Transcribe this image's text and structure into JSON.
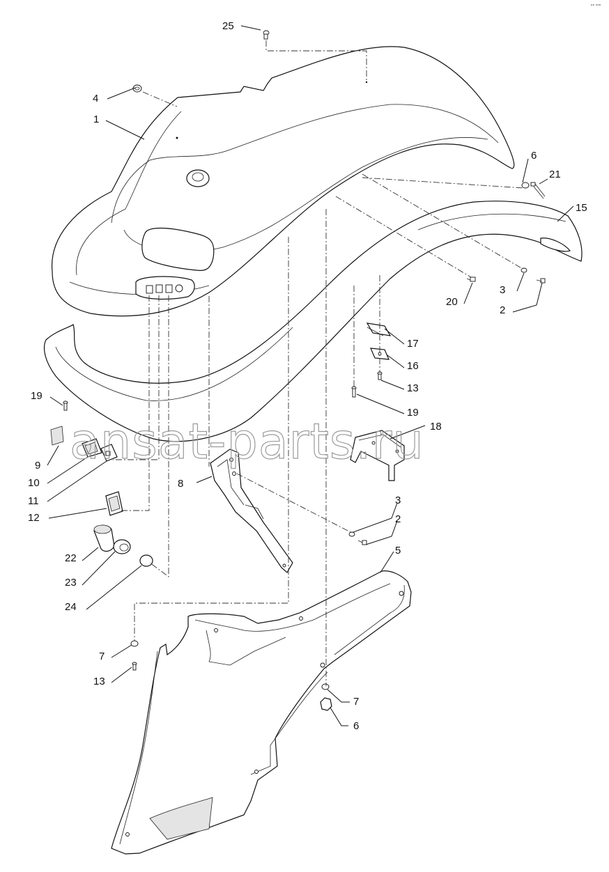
{
  "watermark": "ansat-parts.ru",
  "corner_mark": "ᵖᵖ ᵃᵃᵃ",
  "callouts": [
    {
      "id": "c1",
      "label": "1"
    },
    {
      "id": "c2a",
      "label": "2"
    },
    {
      "id": "c2b",
      "label": "2"
    },
    {
      "id": "c3a",
      "label": "3"
    },
    {
      "id": "c3b",
      "label": "3"
    },
    {
      "id": "c4",
      "label": "4"
    },
    {
      "id": "c5",
      "label": "5"
    },
    {
      "id": "c6a",
      "label": "6"
    },
    {
      "id": "c6b",
      "label": "6"
    },
    {
      "id": "c7a",
      "label": "7"
    },
    {
      "id": "c7b",
      "label": "7"
    },
    {
      "id": "c8",
      "label": "8"
    },
    {
      "id": "c9",
      "label": "9"
    },
    {
      "id": "c10",
      "label": "10"
    },
    {
      "id": "c11",
      "label": "11"
    },
    {
      "id": "c12",
      "label": "12"
    },
    {
      "id": "c13a",
      "label": "13"
    },
    {
      "id": "c13b",
      "label": "13"
    },
    {
      "id": "c15",
      "label": "15"
    },
    {
      "id": "c16",
      "label": "16"
    },
    {
      "id": "c17",
      "label": "17"
    },
    {
      "id": "c18",
      "label": "18"
    },
    {
      "id": "c19a",
      "label": "19"
    },
    {
      "id": "c19b",
      "label": "19"
    },
    {
      "id": "c20",
      "label": "20"
    },
    {
      "id": "c21",
      "label": "21"
    },
    {
      "id": "c22",
      "label": "22"
    },
    {
      "id": "c23",
      "label": "23"
    },
    {
      "id": "c24",
      "label": "24"
    },
    {
      "id": "c25",
      "label": "25"
    }
  ]
}
